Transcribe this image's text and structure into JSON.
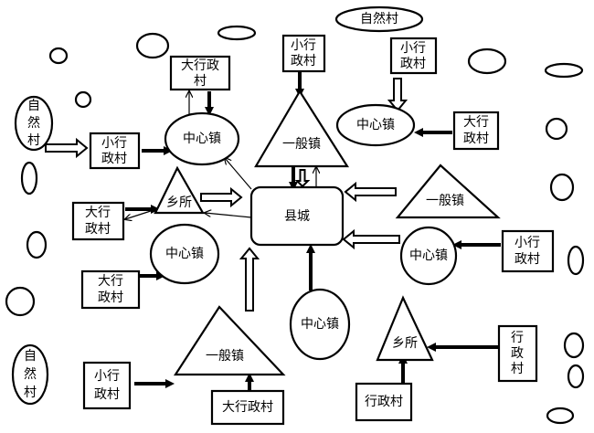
{
  "diagram": {
    "county": "县城",
    "nodes": {
      "natural_village_top_left": [
        "自",
        "然",
        "村"
      ],
      "natural_village_top": "自然村",
      "natural_village_bottom_left": [
        "自",
        "然",
        "村"
      ],
      "large_admin_village_1": [
        "大行政",
        "村"
      ],
      "central_town_1": "中心镇",
      "small_admin_village_1": [
        "小行",
        "政村"
      ],
      "township_office_1": "乡所",
      "large_admin_village_2": [
        "大行",
        "政村"
      ],
      "general_town_top": "一般镇",
      "small_admin_village_top": [
        "小行",
        "政村"
      ],
      "small_admin_village_2": [
        "小行",
        "政村"
      ],
      "central_town_2": "中心镇",
      "large_admin_village_3": [
        "大行",
        "政村"
      ],
      "general_town_right": "一般镇",
      "central_town_right": "中心镇",
      "small_admin_village_right": [
        "小行",
        "政村"
      ],
      "central_town_left": "中心镇",
      "large_admin_village_left": [
        "大行",
        "政村"
      ],
      "central_town_bottom": "中心镇",
      "general_town_bottom": "一般镇",
      "small_admin_village_bottom": [
        "小行",
        "政村"
      ],
      "large_admin_village_bottom": "大行政村",
      "township_office_2": "乡所",
      "admin_village_vertical": [
        "行",
        "政",
        "村"
      ],
      "admin_village_bottom": "行政村"
    }
  }
}
